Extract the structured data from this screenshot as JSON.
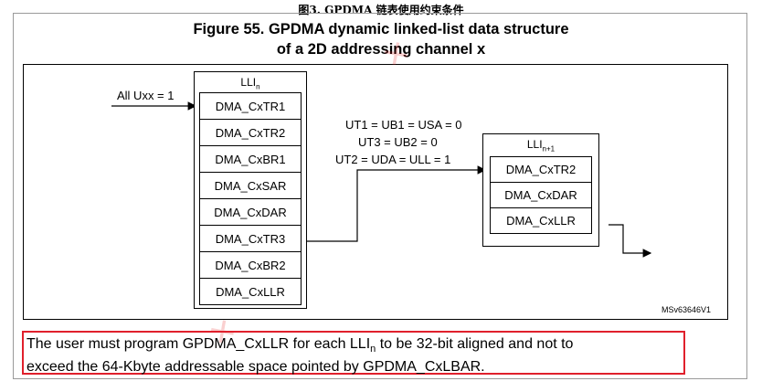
{
  "caption_cn": "图3.     GPDMA 链表使用约束条件",
  "figure": {
    "title_line1": "Figure 55. GPDMA dynamic linked-list data structure",
    "title_line2": "of a 2D addressing channel x"
  },
  "diagram": {
    "input_label": "All Uxx = 1",
    "lli_n": {
      "header": "LLI",
      "header_sub": "n",
      "registers": [
        "DMA_CxTR1",
        "DMA_CxTR2",
        "DMA_CxBR1",
        "DMA_CxSAR",
        "DMA_CxDAR",
        "DMA_CxTR3",
        "DMA_CxBR2",
        "DMA_CxLLR"
      ]
    },
    "conditions": [
      "UT1 = UB1 = USA = 0",
      "UT3 = UB2 = 0",
      "UT2 = UDA = ULL = 1"
    ],
    "lli_n1": {
      "header": "LLI",
      "header_sub": "n+1",
      "registers": [
        "DMA_CxTR2",
        "DMA_CxDAR",
        "DMA_CxLLR"
      ]
    },
    "ref_code": "MSv63646V1"
  },
  "note": {
    "part1": "The user must program GPDMA_CxLLR for each LLI",
    "sub": "n",
    "part2": " to be 32-bit aligned and not to",
    "line2": "exceed the 64-Kbyte addressable space pointed by GPDMA_CxLBAR."
  }
}
